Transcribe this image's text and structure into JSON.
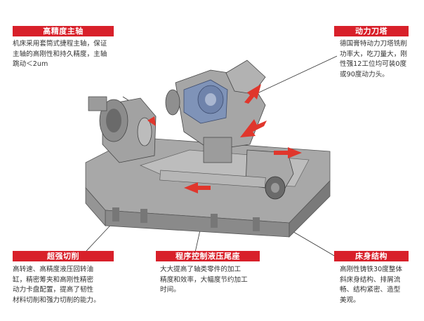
{
  "callouts": {
    "spindle": {
      "title": "高精度主轴",
      "text": "机床采用套筒式捷程主轴，保证\n主轴的高刚性和持久精度，主轴\n跳动＜2um"
    },
    "turret": {
      "title": "动力刀塔",
      "text": "德国膏特动力刀塔铣削\n功率大，吃刀量大，刚\n性强12工位均可装0度\n或90度动力头。"
    },
    "chuck": {
      "title": "超强切削",
      "text": "高转速、高精度液压回转油\n缸，精密筹夹和高刚性精密\n动力卡盘配置，提高了韧性\n材料切削和强力切削的能力。"
    },
    "tailstock": {
      "title": "程序控制液压尾座",
      "text": "大大提高了轴类零件的加工\n精度和效率，大幅度节约加工\n时间。"
    },
    "bed": {
      "title": "床身结构",
      "text": "高刚性铸铁30度整体\n斜床身结构、排屑流\n畅、结构紧密、造型\n美观。"
    }
  },
  "colors": {
    "accent": "#d8202a",
    "machine_gray": "#9a9a9a",
    "machine_dark": "#5e5e5e",
    "turret_blue": "#7f93b8",
    "arrow_red": "#e0362c"
  }
}
